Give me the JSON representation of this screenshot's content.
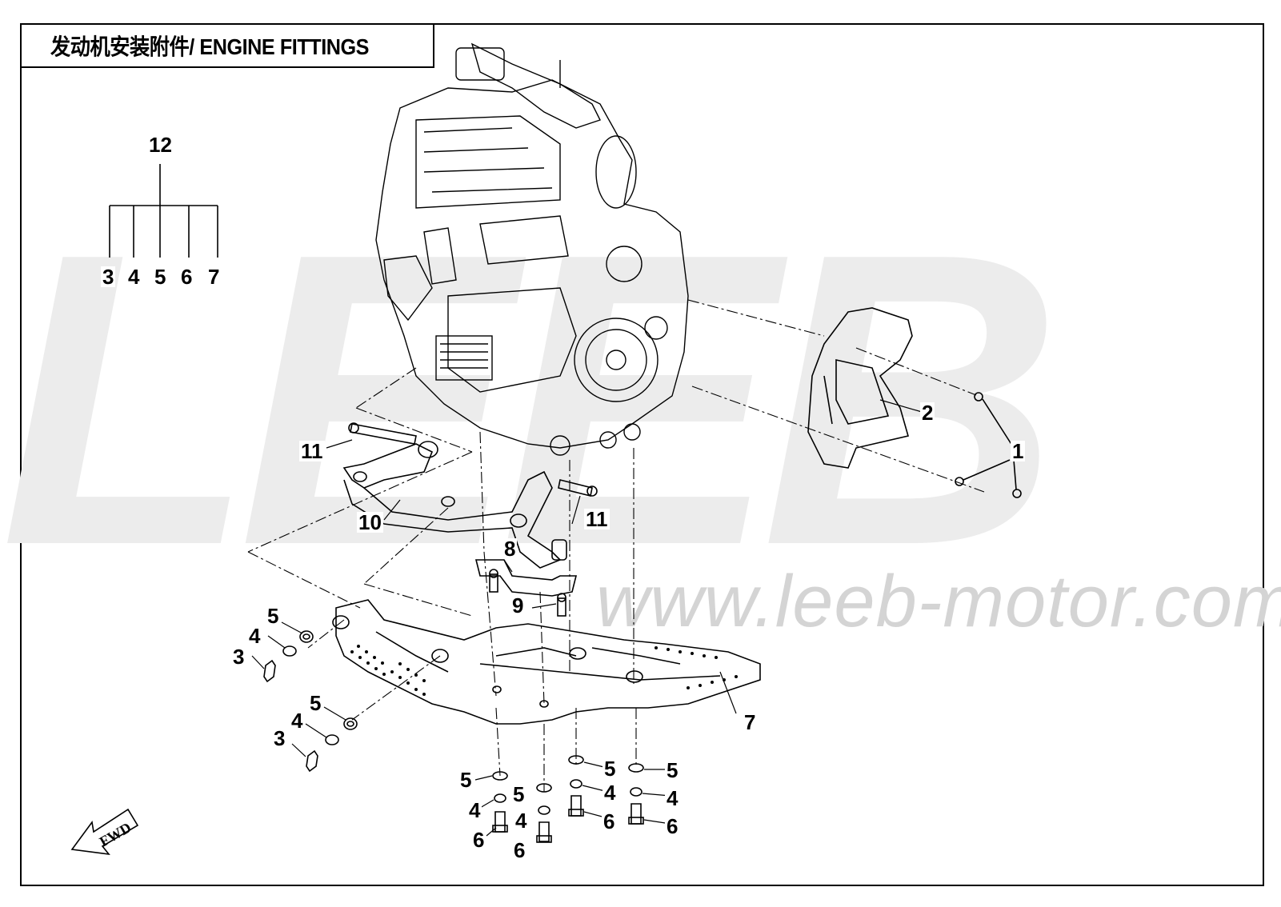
{
  "title": "发动机安装附件/ ENGINE FITTINGS",
  "watermark": {
    "brand": "LEEB",
    "url": "www.leeb-motor.com"
  },
  "group": {
    "label": "12",
    "members": [
      "3",
      "4",
      "5",
      "6",
      "7"
    ]
  },
  "callouts": {
    "c1": "1",
    "c2": "2",
    "c7": "7",
    "c8": "8",
    "c9": "9",
    "c10": "10",
    "c11a": "11",
    "c11b": "11",
    "c3a": "3",
    "c4a": "4",
    "c5a": "5",
    "c3b": "3",
    "c4b": "4",
    "c5b": "5",
    "c5c": "5",
    "c4c": "4",
    "c6c": "6",
    "c5d": "5",
    "c4d": "4",
    "c6d": "6",
    "c5e": "5",
    "c4e": "4",
    "c6e": "6",
    "c5f": "5",
    "c4f": "4",
    "c6f": "6"
  },
  "direction_label": "FWD",
  "colors": {
    "line": "#000000",
    "watermark": "#e6e6e6",
    "background": "#ffffff"
  }
}
